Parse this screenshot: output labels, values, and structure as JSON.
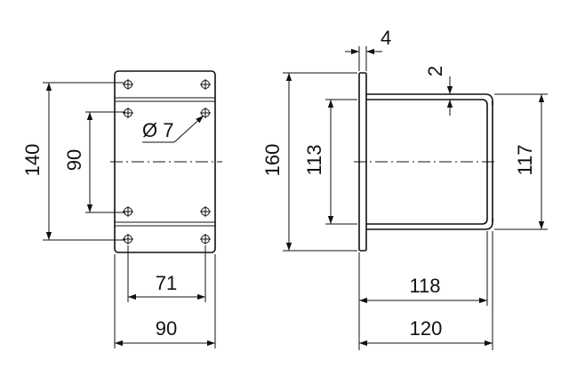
{
  "dimensions": {
    "front_height_outer": "140",
    "front_height_holes": "90",
    "front_width_holes": "71",
    "front_width_outer": "90",
    "hole_diameter": "Ø 7",
    "side_height_flange": "160",
    "side_height_inner": "113",
    "side_height_tube": "117",
    "flange_thickness": "4",
    "wall_thickness": "2",
    "tube_length": "118",
    "total_length": "120"
  }
}
